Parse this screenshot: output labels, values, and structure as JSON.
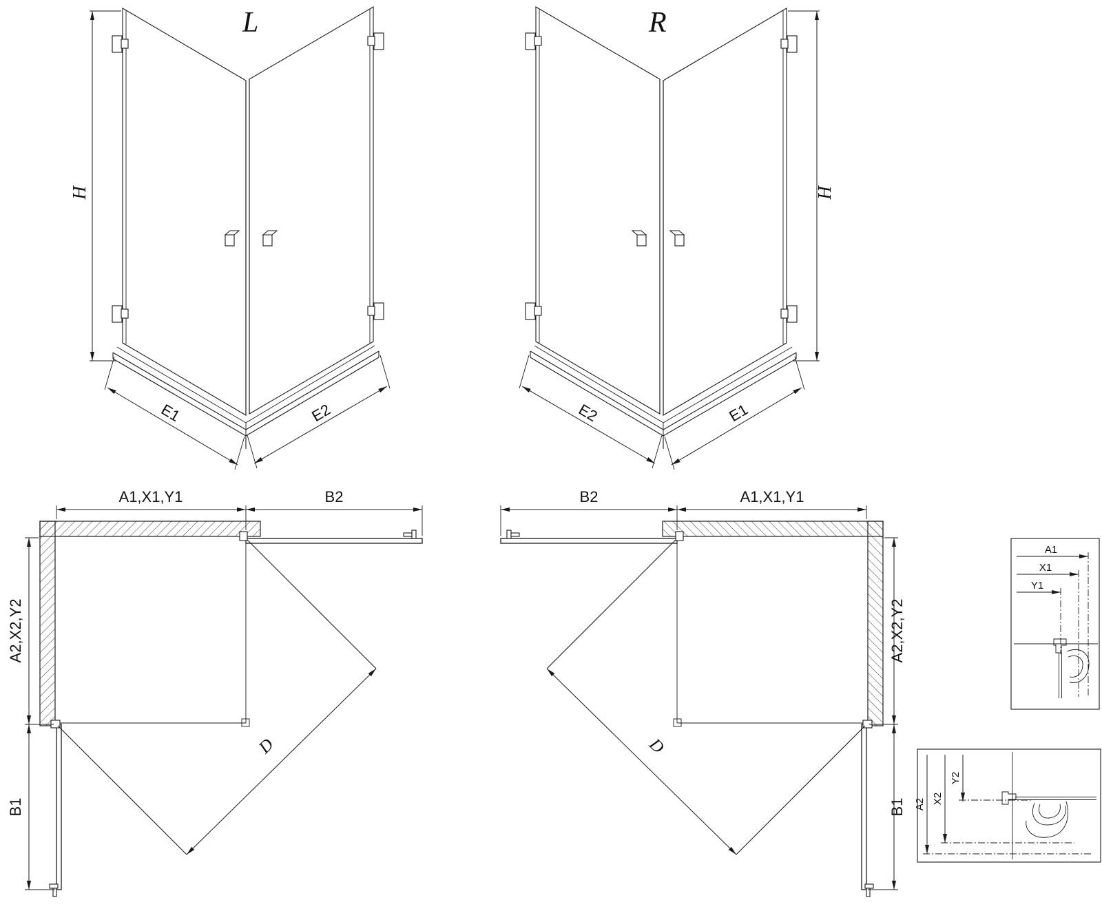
{
  "page": {
    "background": "#ffffff",
    "line_color": "#1a1a1a"
  },
  "iso_views": {
    "left": {
      "label": "L",
      "height_dim": "H",
      "dim_e1": "E1",
      "dim_e2": "E2"
    },
    "right": {
      "label": "R",
      "height_dim": "H",
      "dim_e1": "E1",
      "dim_e2": "E2"
    }
  },
  "plan_views": {
    "left": {
      "dim_top": "A1,X1,Y1",
      "dim_top_right": "B2",
      "dim_left": "A2,X2,Y2",
      "dim_bottom_left": "B1",
      "dim_diagonal": "D"
    },
    "right": {
      "dim_top_left": "B2",
      "dim_top": "A1,X1,Y1",
      "dim_right": "A2,X2,Y2",
      "dim_bottom_right": "B1",
      "dim_diagonal": "D"
    }
  },
  "detail_views": {
    "top": {
      "dim_a1": "A1",
      "dim_x1": "X1",
      "dim_y1": "Y1"
    },
    "bottom": {
      "dim_a2": "A2",
      "dim_x2": "X2",
      "dim_y2": "Y2"
    }
  }
}
